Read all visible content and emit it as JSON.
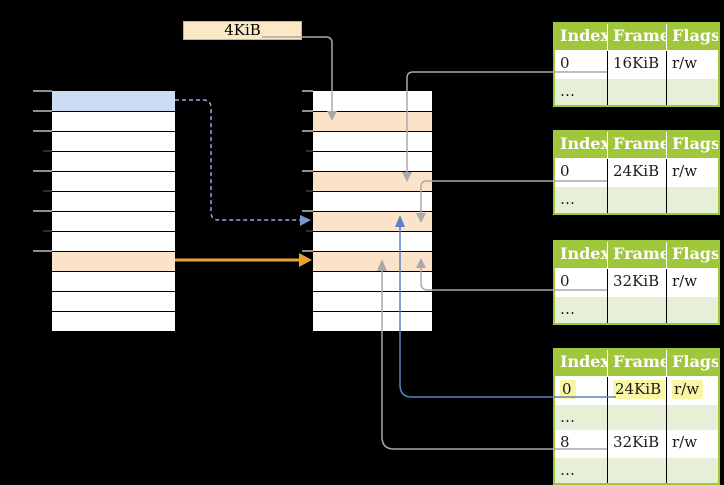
{
  "page_size_label": "4KiB",
  "table_headers": [
    "Index",
    "Frame",
    "Flags"
  ],
  "tables": [
    {
      "rows": [
        {
          "index": "0",
          "frame": "16KiB",
          "flags": "r/w"
        },
        {
          "index": "…",
          "frame": "",
          "flags": ""
        }
      ]
    },
    {
      "rows": [
        {
          "index": "0",
          "frame": "24KiB",
          "flags": "r/w"
        },
        {
          "index": "…",
          "frame": "",
          "flags": ""
        }
      ]
    },
    {
      "rows": [
        {
          "index": "0",
          "frame": "32KiB",
          "flags": "r/w"
        },
        {
          "index": "…",
          "frame": "",
          "flags": ""
        }
      ]
    },
    {
      "rows": [
        {
          "index": "0",
          "frame": "24KiB",
          "flags": "r/w",
          "highlighted": true
        },
        {
          "index": "…",
          "frame": "",
          "flags": ""
        },
        {
          "index": "8",
          "frame": "32KiB",
          "flags": "r/w"
        },
        {
          "index": "…",
          "frame": "",
          "flags": ""
        }
      ]
    }
  ],
  "virtual_memory": {
    "rows": 12,
    "highlights": {
      "0": "blue",
      "8": "peach"
    }
  },
  "physical_memory": {
    "rows": 12,
    "highlights": {
      "1": "peach",
      "4": "peach",
      "6": "peach",
      "8": "peach"
    }
  },
  "colors": {
    "background": "#000000",
    "border_black": "#000000",
    "cell_white": "#ffffff",
    "page_blue": "#cbddf3",
    "frame_peach": "#fbe3c9",
    "header_green": "#a0c63c",
    "row_green": "#e8efd8",
    "header_text": "#ffffff",
    "table_text": "#1a1a1a",
    "highlight_yellow": "#f9f6a5",
    "label_cream": "#fbe9c6",
    "label_border": "#c6b58c",
    "connector_gray": "#a9a9a9",
    "connector_blue": "#5b82c3",
    "dashed_blue": "#93acdc",
    "dashed_arrow_blue": "#7b97cd",
    "arrow_orange": "#e8a232",
    "tick_gray": "#8f8f8f",
    "tick_dark": "#2e2e2e"
  }
}
